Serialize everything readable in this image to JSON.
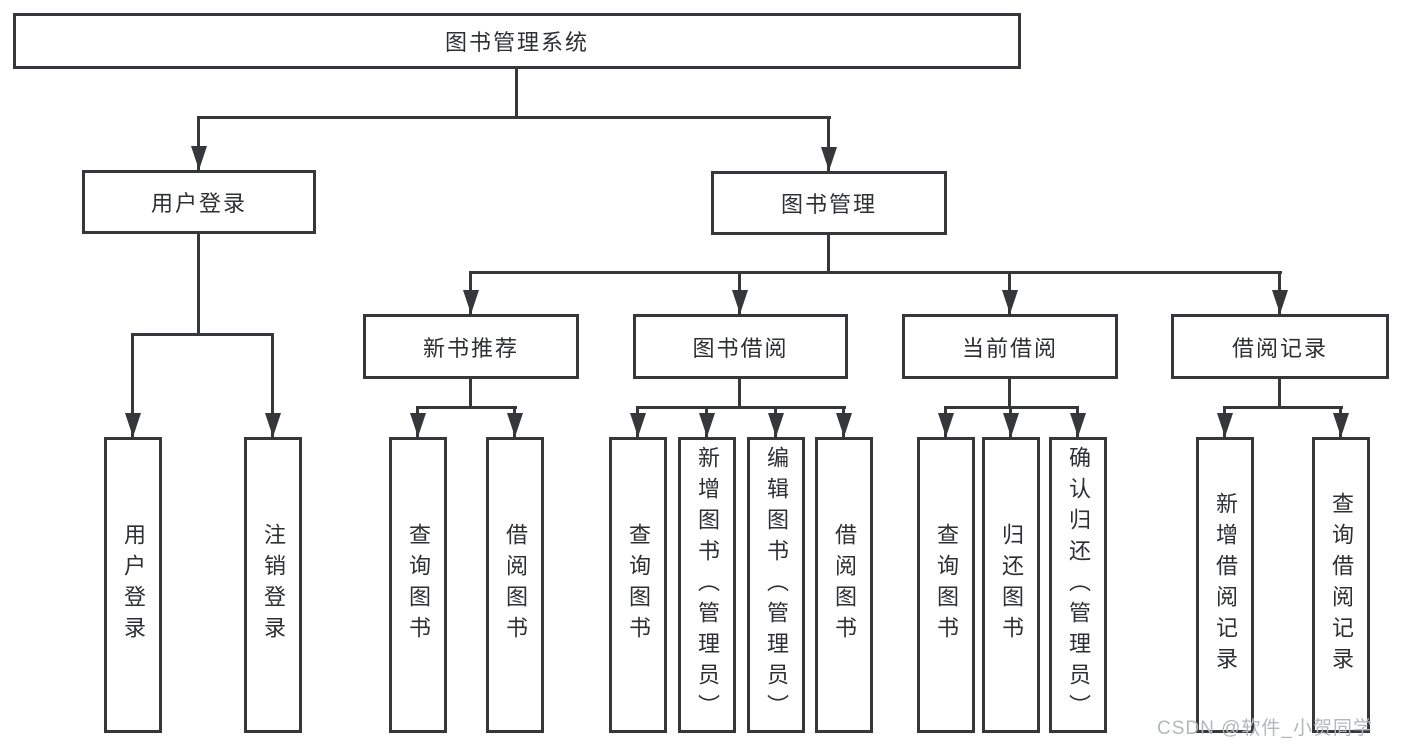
{
  "diagram": {
    "title": "图书管理系统",
    "root": {
      "label": "图书管理系统"
    },
    "level1": [
      {
        "id": "user-login",
        "label": "用户登录"
      },
      {
        "id": "book-management",
        "label": "图书管理"
      }
    ],
    "level2": [
      {
        "id": "new-book-recommend",
        "label": "新书推荐",
        "parent": "图书管理"
      },
      {
        "id": "book-borrow",
        "label": "图书借阅",
        "parent": "图书管理"
      },
      {
        "id": "current-borrow",
        "label": "当前借阅",
        "parent": "图书管理"
      },
      {
        "id": "borrow-records",
        "label": "借阅记录",
        "parent": "图书管理"
      }
    ],
    "leaves": [
      {
        "id": "leaf-user-login",
        "label": "用户登录",
        "parent": "用户登录"
      },
      {
        "id": "leaf-logout",
        "label": "注销登录",
        "parent": "用户登录"
      },
      {
        "id": "leaf-query-book-1",
        "label": "查询图书",
        "parent": "新书推荐"
      },
      {
        "id": "leaf-borrow-book-1",
        "label": "借阅图书",
        "parent": "新书推荐"
      },
      {
        "id": "leaf-query-book-2",
        "label": "查询图书",
        "parent": "图书借阅"
      },
      {
        "id": "leaf-add-book-admin",
        "label": "新增图书（管理员）",
        "parent": "图书借阅"
      },
      {
        "id": "leaf-edit-book-admin",
        "label": "编辑图书（管理员）",
        "parent": "图书借阅"
      },
      {
        "id": "leaf-borrow-book-2",
        "label": "借阅图书",
        "parent": "图书借阅"
      },
      {
        "id": "leaf-query-book-3",
        "label": "查询图书",
        "parent": "当前借阅"
      },
      {
        "id": "leaf-return-book",
        "label": "归还图书",
        "parent": "当前借阅"
      },
      {
        "id": "leaf-confirm-return-admin",
        "label": "确认归还（管理员）",
        "parent": "当前借阅"
      },
      {
        "id": "leaf-add-borrow-record",
        "label": "新增借阅记录",
        "parent": "借阅记录"
      },
      {
        "id": "leaf-query-borrow-record",
        "label": "查询借阅记录",
        "parent": "借阅记录"
      }
    ],
    "watermark": "CSDN @软件_小贺同学",
    "colors": {
      "line": "#35373a",
      "border": "#35373a",
      "text": "#2d2f33",
      "watermark": "#b2b7bd",
      "background": "#ffffff"
    }
  }
}
